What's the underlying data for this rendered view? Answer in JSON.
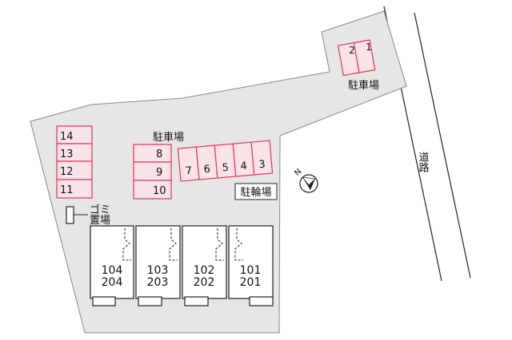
{
  "labels": {
    "parking_north": "駐車場",
    "parking_central": "駐車場",
    "bicycle_parking": "駐輪場",
    "road": "道路",
    "garbage_line1": "ゴミ",
    "garbage_line2": "置場",
    "compass": "N"
  },
  "parking_spaces": {
    "north": [
      "2",
      "1"
    ],
    "west_column": [
      "14",
      "13",
      "12",
      "11"
    ],
    "center_column": [
      "8",
      "9",
      "10"
    ],
    "row": [
      "7",
      "6",
      "5",
      "4",
      "3"
    ]
  },
  "units": [
    {
      "upper": "104",
      "lower": "204"
    },
    {
      "upper": "103",
      "lower": "203"
    },
    {
      "upper": "102",
      "lower": "202"
    },
    {
      "upper": "101",
      "lower": "201"
    }
  ],
  "colors": {
    "lot": "#e6e6e6",
    "parking_fill": "#fbe3ea",
    "parking_stroke": "#e2354f",
    "building": "#ffffff",
    "outline": "#222222"
  }
}
